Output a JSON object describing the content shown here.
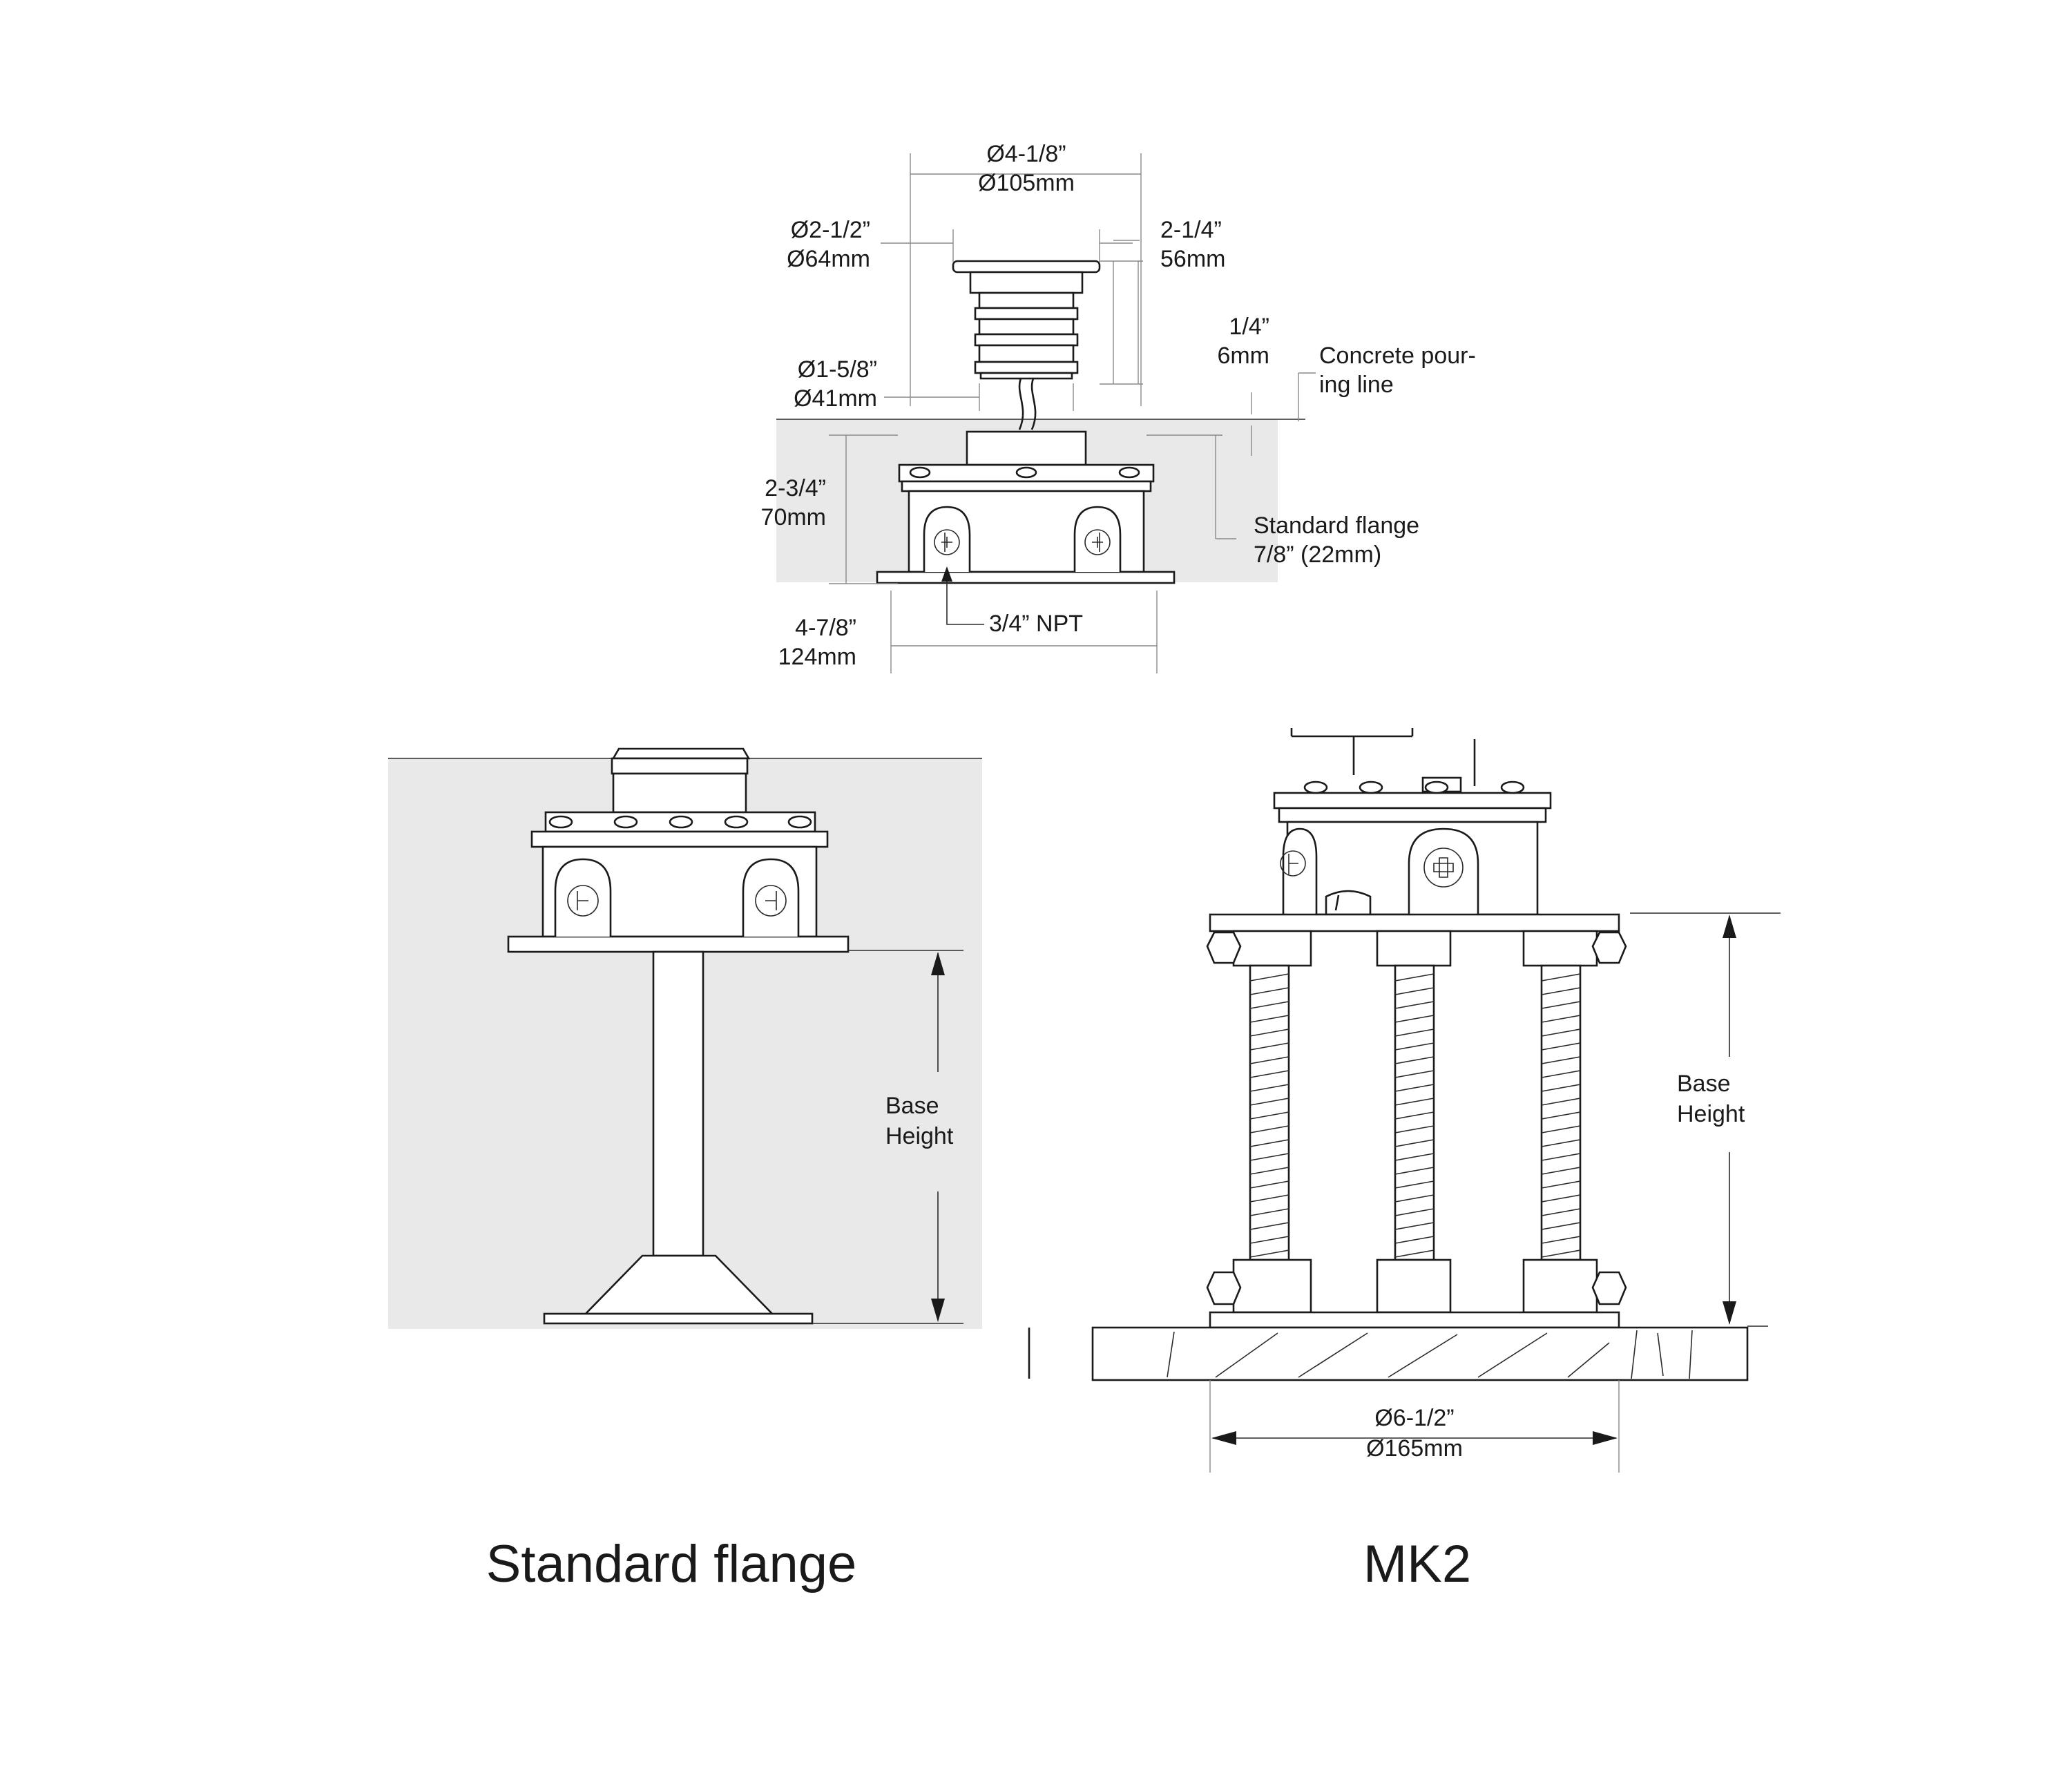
{
  "top_view": {
    "outer_diameter": [
      "Ø4-1/8”",
      "Ø105mm"
    ],
    "flange_diameter": [
      "Ø2-1/2”",
      "Ø64mm"
    ],
    "fixture_height": [
      "2-1/4”",
      "56mm"
    ],
    "flange_thickness": [
      "1/4”",
      "6mm"
    ],
    "pouring_line": [
      "Concrete pour-",
      "ing line"
    ],
    "body_diameter": [
      "Ø1-5/8”",
      "Ø41mm"
    ],
    "box_height": [
      "2-3/4”",
      "70mm"
    ],
    "standard_flange": [
      "Standard flange",
      "7/8” (22mm)"
    ],
    "box_width": [
      "4-7/8”",
      "124mm"
    ],
    "conduit": "3/4” NPT"
  },
  "standard": {
    "base_height": [
      "Base",
      "Height"
    ],
    "caption": "Standard flange"
  },
  "mk2": {
    "base_height": [
      "Base",
      "Height"
    ],
    "plate_diameter": [
      "Ø6-1/2”",
      "Ø165mm"
    ],
    "caption": "MK2"
  },
  "colors": {
    "line": "#1a1a1a",
    "dimension": "#8a8a8a",
    "concrete_fill": "#e9e9e9"
  }
}
